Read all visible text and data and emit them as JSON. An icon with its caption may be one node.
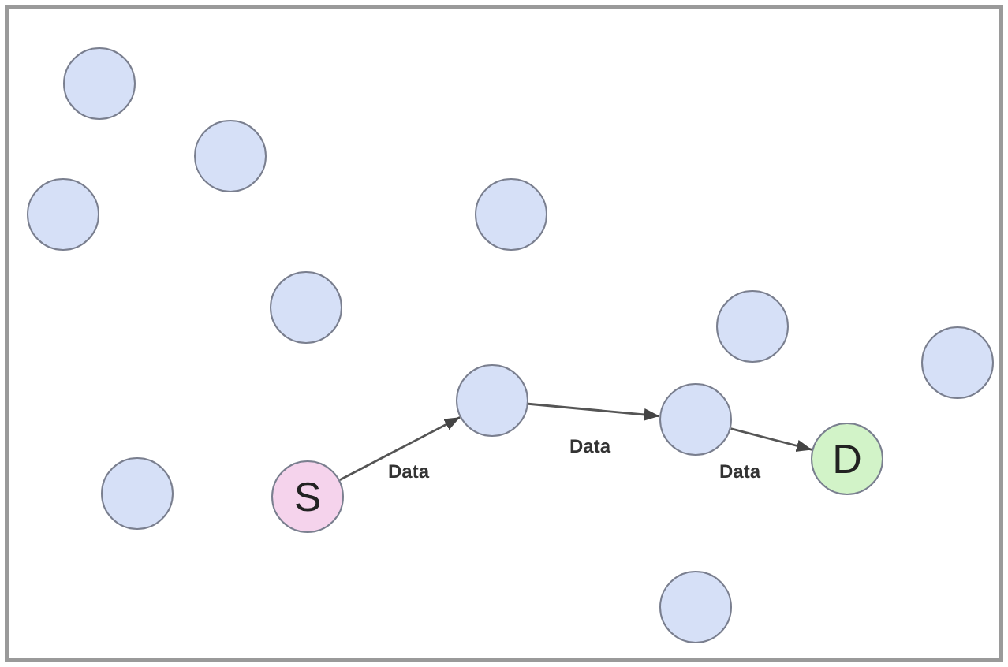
{
  "diagram": {
    "nodes": [
      {
        "text": [],
        "shape": "circle"
      },
      {
        "text": [],
        "shape": "circle"
      },
      {
        "text": [],
        "shape": "circle"
      },
      {
        "text": [],
        "shape": "circle"
      },
      {
        "text": [],
        "shape": "circle"
      },
      {
        "text": [],
        "shape": "circle"
      },
      {
        "text": [],
        "shape": "circle"
      },
      {
        "text": [],
        "shape": "circle"
      },
      {
        "text": [],
        "shape": "circle"
      },
      {
        "text": [],
        "shape": "circle"
      },
      {
        "text": [
          "S"
        ]
      },
      {
        "text": [
          "D"
        ]
      },
      {
        "text": [],
        "shape": "circle"
      }
    ],
    "edges": [
      {
        "from": 10,
        "to": 7,
        "arrow": "to",
        "label": "Data"
      },
      {
        "from": 7,
        "to": 8,
        "arrow": "to",
        "label": "Data"
      },
      {
        "from": 8,
        "to": 11,
        "arrow": "to",
        "label": "Data"
      }
    ]
  }
}
